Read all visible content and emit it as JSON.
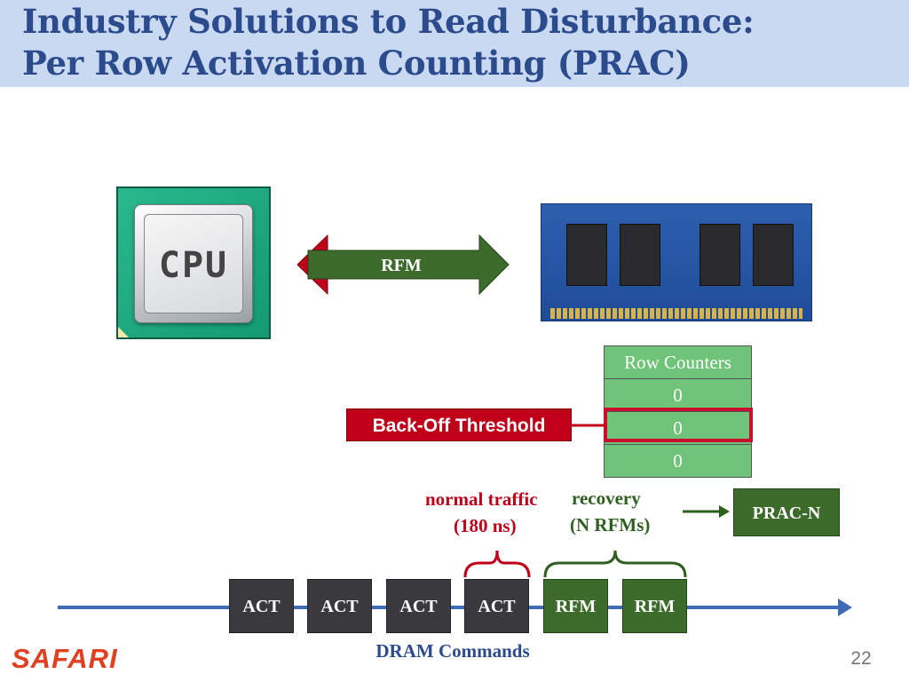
{
  "title": {
    "line1": "Industry Solutions to Read Disturbance:",
    "line2": "Per Row Activation Counting (PRAC)"
  },
  "cpu": {
    "label": "CPU",
    "icon": "cpu-chip-icon"
  },
  "memory": {
    "icon": "dram-module-icon"
  },
  "interface_arrow": {
    "label": "RFM",
    "colors": {
      "fill": "#3d6b2b",
      "back": "#c00018"
    }
  },
  "row_counters": {
    "header": "Row Counters",
    "values": [
      "0",
      "0",
      "0"
    ],
    "highlight_color": "#c8102e"
  },
  "backoff": {
    "label": "Back-Off Threshold"
  },
  "phases": {
    "normal": {
      "line1": "normal traffic",
      "line2": "(180 ns)"
    },
    "recovery": {
      "line1": "recovery",
      "line2": "(N RFMs)"
    }
  },
  "prac_n": {
    "label": "PRAC-N"
  },
  "commands": [
    "ACT",
    "ACT",
    "ACT",
    "ACT",
    "RFM",
    "RFM"
  ],
  "timeline_label": "DRAM Commands",
  "footer": {
    "brand": "SAFARI",
    "page": "22"
  },
  "colors": {
    "title": "#2b4b8c",
    "title_band": "#c9d9f2",
    "act": "#3a3a3e",
    "rfm": "#3d6b2b",
    "brand": "#e0401f"
  }
}
